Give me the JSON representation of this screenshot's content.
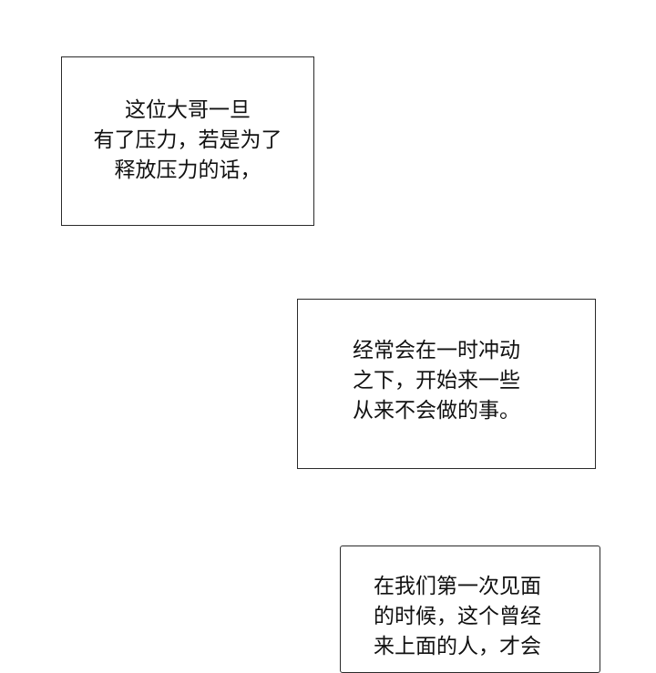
{
  "bubbles": [
    {
      "lines": [
        "这位大哥一旦",
        "有了压力，若是为了",
        "释放压力的话，"
      ]
    },
    {
      "lines": [
        "经常会在一时冲动",
        "之下，开始来一些",
        "从来不会做的事。"
      ]
    },
    {
      "lines": [
        "在我们第一次见面",
        "的时候，这个曾经",
        "来上面的人，才会"
      ]
    }
  ]
}
